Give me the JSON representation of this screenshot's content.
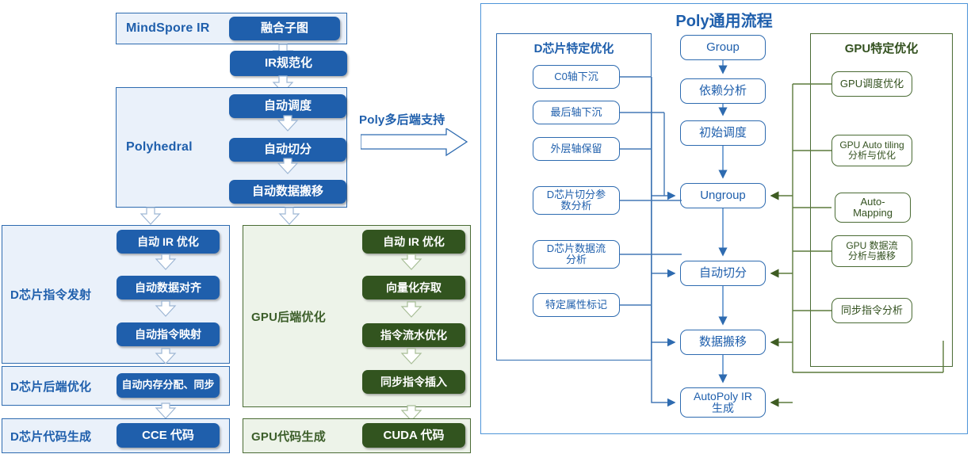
{
  "left_pipeline": {
    "mindspore_row": {
      "label": "MindSpore IR",
      "chip": "融合子图"
    },
    "ir_norm_chip": "IR规范化",
    "polyhedral": {
      "label": "Polyhedral",
      "chips": [
        "自动调度",
        "自动切分",
        "自动数据搬移"
      ]
    },
    "d_instr": {
      "label": "D芯片指令发射",
      "chips": [
        "自动 IR 优化",
        "自动数据对齐",
        "自动指令映射"
      ]
    },
    "d_backend": {
      "label": "D芯片后端优化",
      "chip": "自动内存分配、同步"
    },
    "d_codegen": {
      "label": "D芯片代码生成",
      "chip": "CCE 代码"
    },
    "gpu_backend": {
      "label": "GPU后端优化",
      "chips": [
        "自动 IR 优化",
        "向量化存取",
        "指令流水优化",
        "同步指令插入"
      ]
    },
    "gpu_codegen": {
      "label": "GPU代码生成",
      "chip": "CUDA 代码"
    }
  },
  "bridge": {
    "label": "Poly多后端支持"
  },
  "right_panel": {
    "title": "Poly通用流程",
    "d_specific": {
      "title": "D芯片特定优化",
      "items": [
        "C0轴下沉",
        "最后轴下沉",
        "外层轴保留",
        "D芯片切分参\n数分析",
        "D芯片数据流\n分析",
        "特定属性标记"
      ]
    },
    "flow": {
      "items": [
        "Group",
        "依赖分析",
        "初始调度",
        "Ungroup",
        "自动切分",
        "数据搬移",
        "AutoPoly IR\n生成"
      ]
    },
    "gpu_specific": {
      "title": "GPU特定优化",
      "items": [
        "GPU调度优化",
        "GPU Auto tiling\n分析与优化",
        "Auto-\nMapping",
        "GPU 数据流\n分析与搬移",
        "同步指令分析"
      ]
    }
  },
  "colors": {
    "blue_fill": "#1F5FAC",
    "blue_border": "#2E6BB0",
    "blue_panel_bg": "#EAF1FA",
    "green_fill": "#32541F",
    "green_border": "#4A6B34",
    "green_panel_bg": "#EDF3E9",
    "outer_border": "#4E95D9",
    "arrow_white": "#FFFFFF"
  }
}
